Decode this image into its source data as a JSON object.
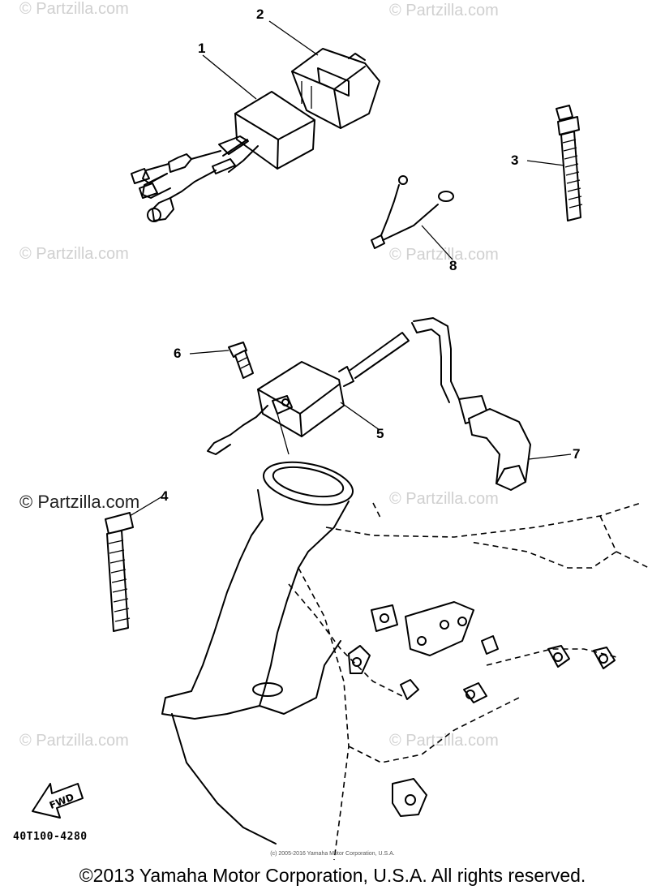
{
  "watermarks": [
    "© Partzilla.com",
    "© Partzilla.com",
    "© Partzilla.com",
    "© Partzilla.com",
    "© Partzilla.com",
    "© Partzilla.com",
    "© Partzilla.com",
    "© Partzilla.com"
  ],
  "callouts": {
    "c1": "1",
    "c2": "2",
    "c3": "3",
    "c4": "4",
    "c5": "5",
    "c6": "6",
    "c7": "7",
    "c8": "8"
  },
  "fwd_label": "FWD",
  "part_code": "40T100-4280",
  "small_copyright": "(c) 2005-2016 Yamaha Motor Corporation, U.S.A.",
  "footer_copyright": "©2013 Yamaha Motor Corporation, U.S.A. All rights reserved."
}
